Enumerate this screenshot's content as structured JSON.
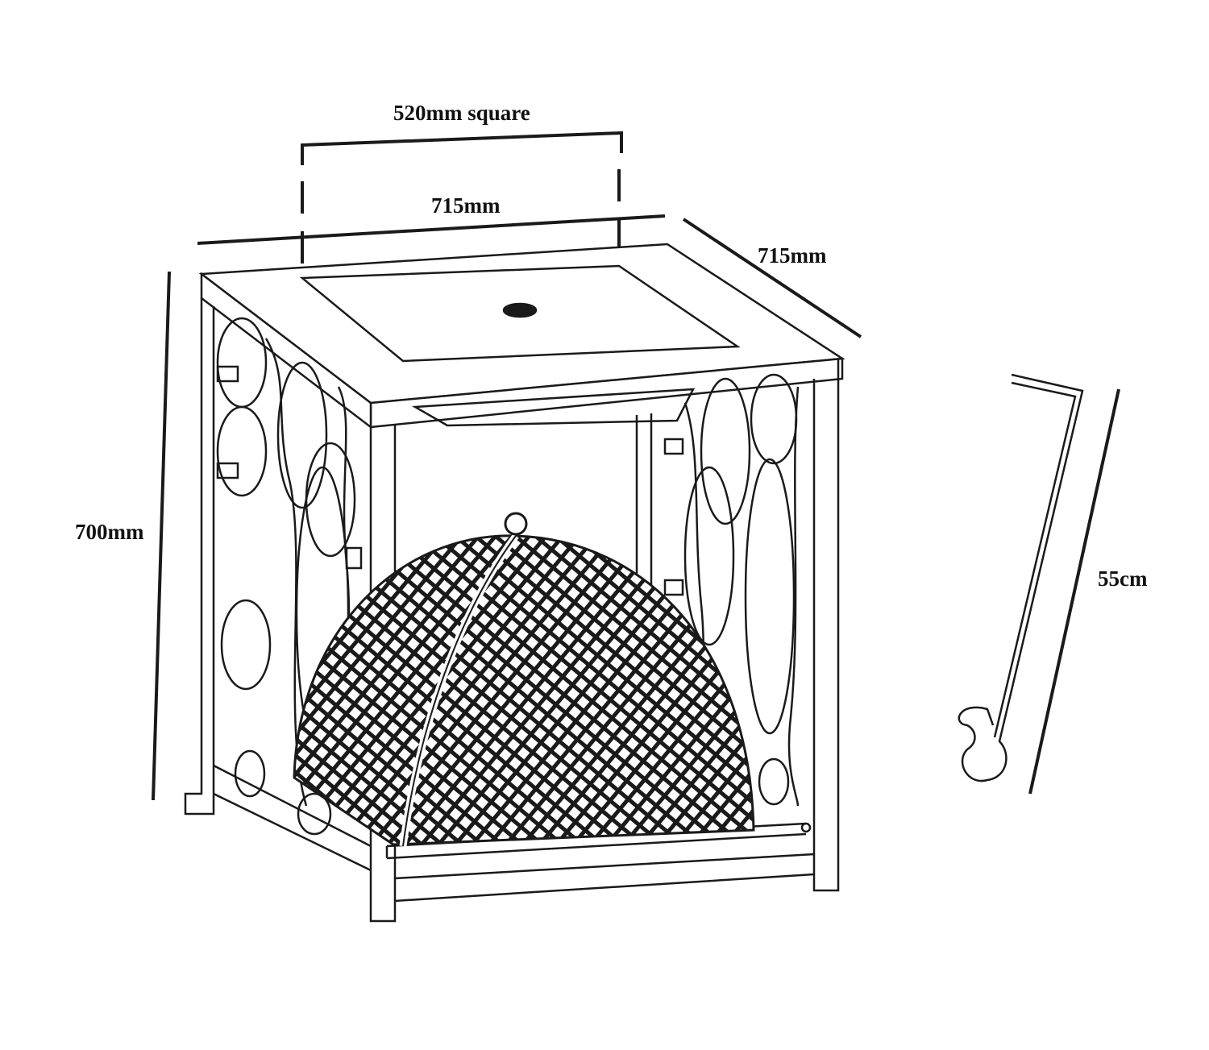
{
  "dimensions": {
    "insert_label": "520mm square",
    "width_label": "715mm",
    "depth_label": "715mm",
    "height_label": "700mm",
    "poker_label": "55cm"
  },
  "colors": {
    "line": "#1a1a1a",
    "background": "#ffffff"
  }
}
